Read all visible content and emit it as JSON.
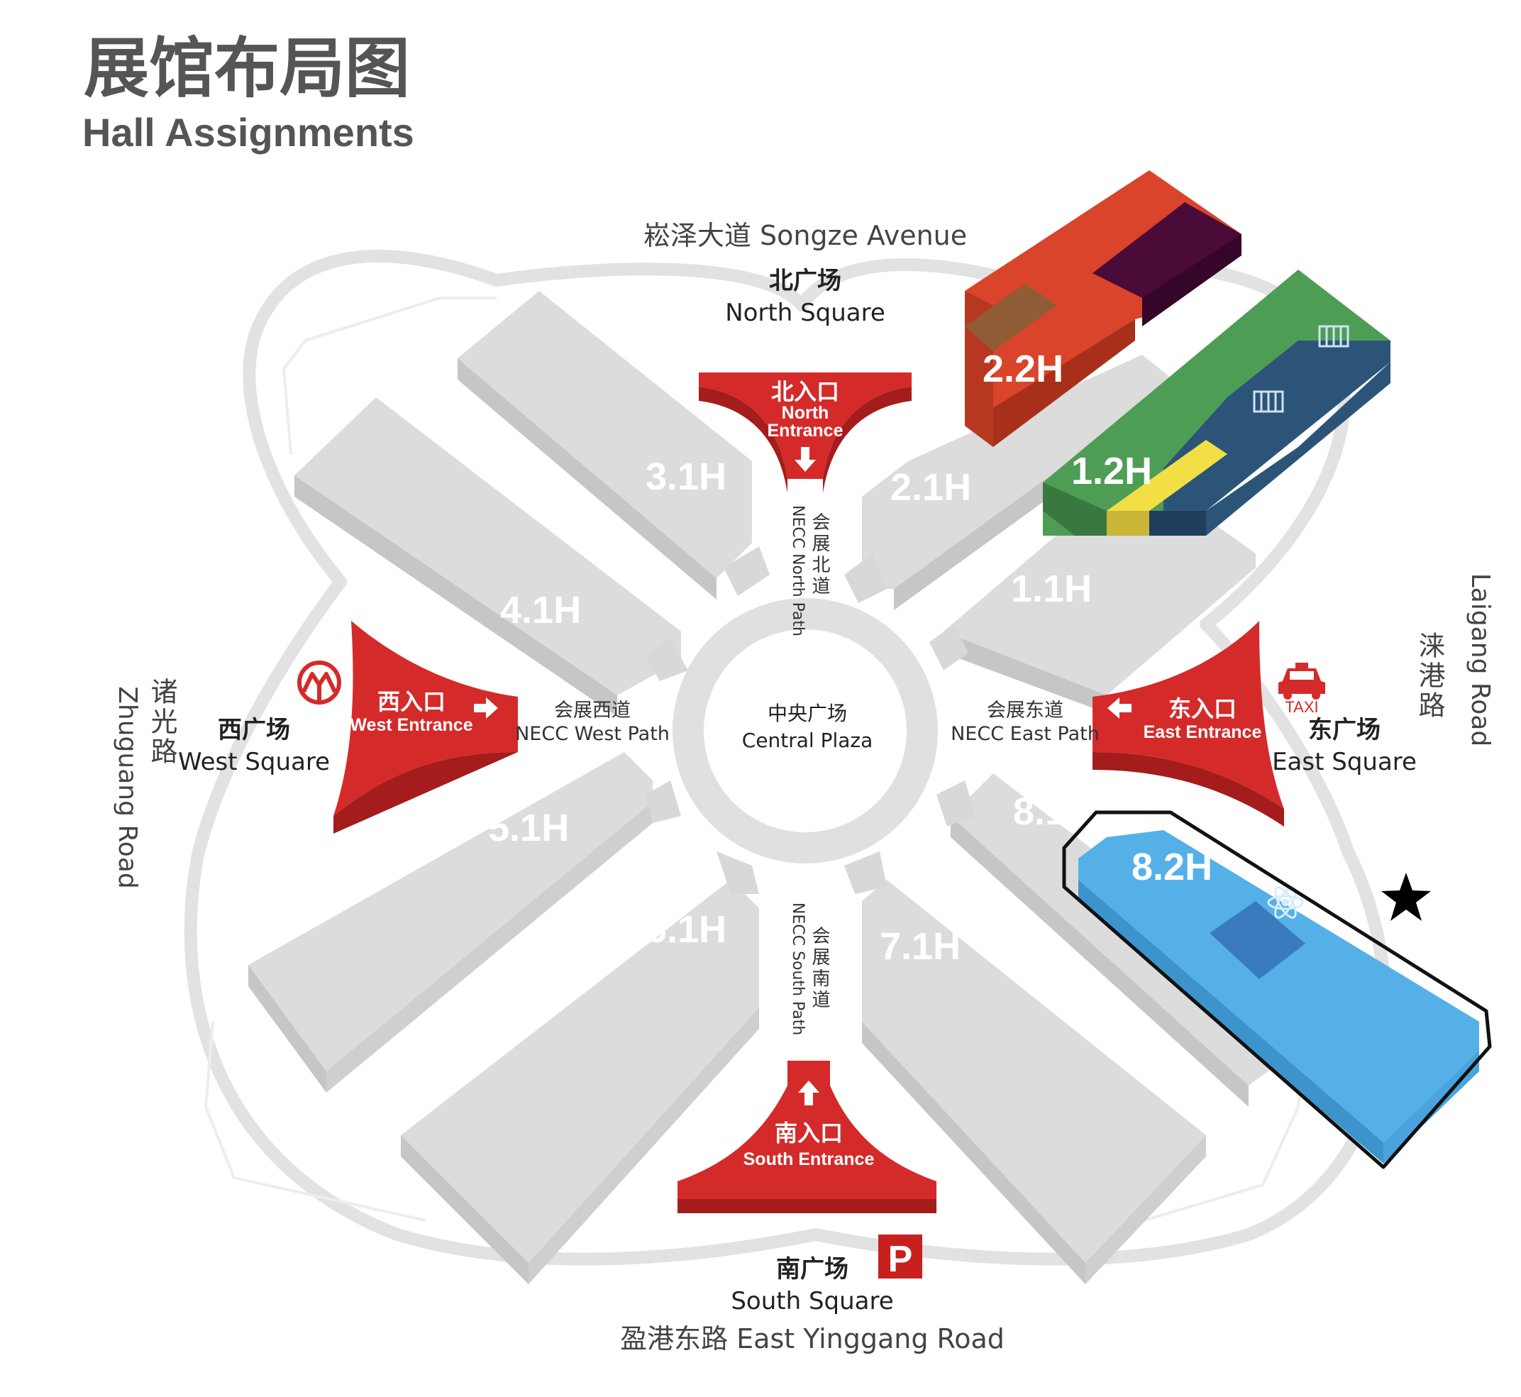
{
  "header": {
    "title_zh": "展馆布局图",
    "title_en": "Hall Assignments"
  },
  "roads": {
    "north": "崧泽大道 Songze Avenue",
    "south": "盈港东路 East Yinggang Road",
    "west_zh": "诸光路",
    "west_en": "Zhuguang Road",
    "east_zh": "涞港路",
    "east_en": "Laigang Road"
  },
  "squares": {
    "north_zh": "北广场",
    "north_en": "North Square",
    "south_zh": "南广场",
    "south_en": "South Square",
    "west_zh": "西广场",
    "west_en": "West Square",
    "east_zh": "东广场",
    "east_en": "East Square"
  },
  "entrances": {
    "north_zh": "北入口",
    "north_en_1": "North",
    "north_en_2": "Entrance",
    "south_zh": "南入口",
    "south_en": "South Entrance",
    "west_zh": "西入口",
    "west_en": "West Entrance",
    "east_zh": "东入口",
    "east_en": "East Entrance"
  },
  "paths": {
    "north_zh": "会展北道",
    "north_en": "NECC North Path",
    "south_zh": "会展南道",
    "south_en": "NECC South Path",
    "west_zh": "会展西道",
    "west_en": "NECC West Path",
    "east_zh": "会展东道",
    "east_en": "NECC East Path"
  },
  "plaza": {
    "zh": "中央广场",
    "en": "Central Plaza"
  },
  "halls": {
    "h1_1": "1.1H",
    "h1_2": "1.2H",
    "h2_1": "2.1H",
    "h2_2": "2.2H",
    "h3_1": "3.1H",
    "h4_1": "4.1H",
    "h5_1": "5.1H",
    "h6_1": "6.1H",
    "h7_1": "7.1H",
    "h8_1": "8.1H",
    "h8_2": "8.2H"
  },
  "icons": {
    "taxi_label": "TAXI",
    "parking_label": "P",
    "metro": "metro-icon",
    "star": "star-icon",
    "atom": "atom-icon",
    "piano": "piano-icon"
  },
  "colors": {
    "hall_gray": "#dcdcdc",
    "entrance_red": "#d52a2a",
    "hall_2_2": "#d9442a",
    "hall_2_2_dark": "#4a0b38",
    "hall_1_2_green": "#4e9d55",
    "hall_1_2_yellow": "#f2df45",
    "hall_1_2_navy": "#2c5478",
    "hall_8_2": "#55b0e8"
  }
}
